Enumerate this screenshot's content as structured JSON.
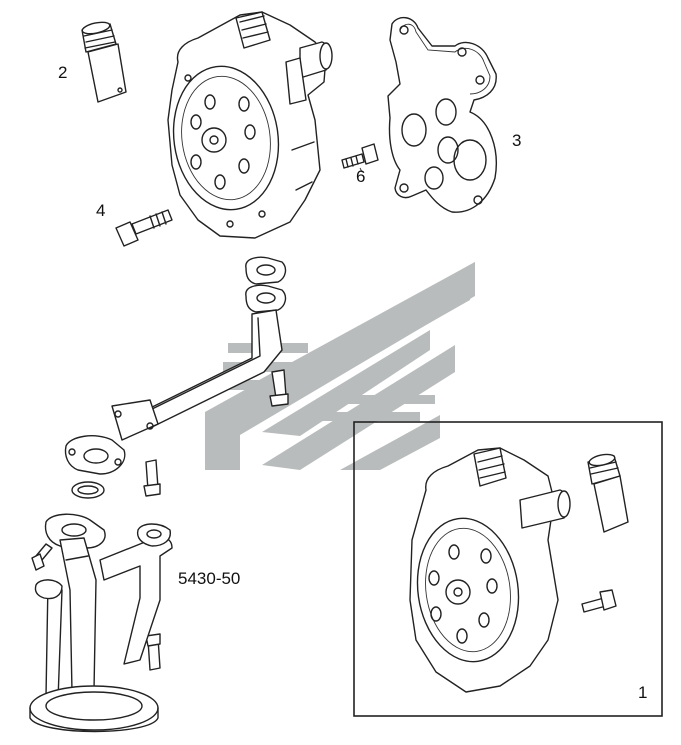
{
  "callouts": {
    "c1": "1",
    "c2": "2",
    "c3": "3",
    "c4": "4",
    "c6": "6",
    "assembly": "5430-50"
  },
  "colors": {
    "line": "#222222",
    "watermark": "#b9bcbc",
    "background": "#ffffff"
  }
}
